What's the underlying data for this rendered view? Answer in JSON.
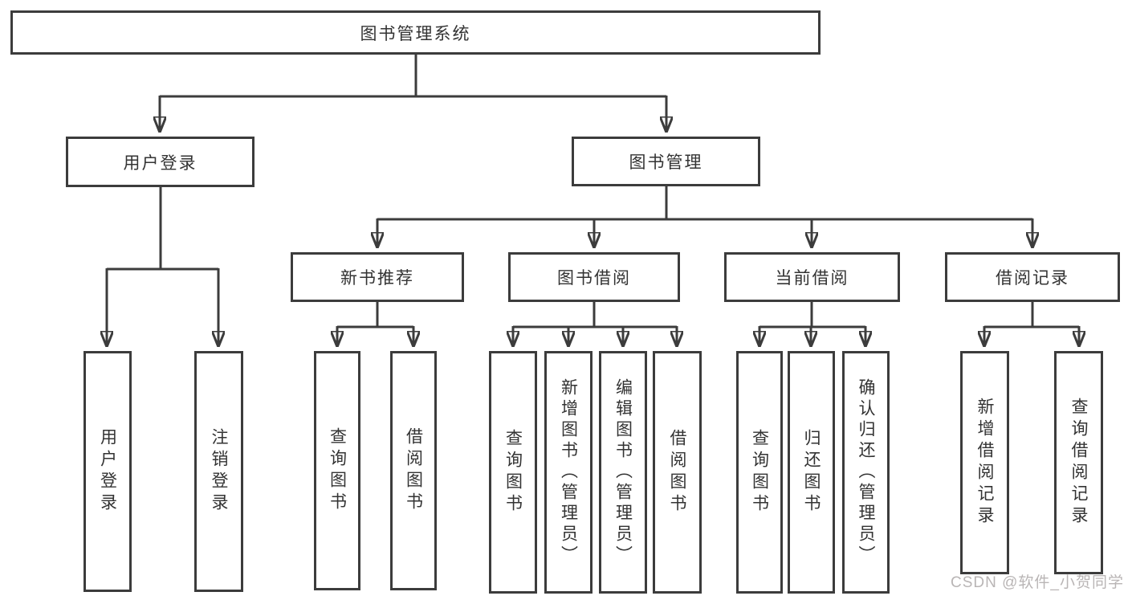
{
  "diagram": {
    "type": "hierarchy-tree",
    "watermark": "CSDN @软件_小贺同学",
    "colors": {
      "background": "#ffffff",
      "line": "#3c3c3c",
      "box_border": "#3c3c3c",
      "box_fill": "#ffffff",
      "text": "#333333",
      "watermark": "#b9b5b5"
    },
    "tree": {
      "label": "图书管理系统",
      "children": [
        {
          "label": "用户登录",
          "children": [
            {
              "label": "用户登录"
            },
            {
              "label": "注销登录"
            }
          ]
        },
        {
          "label": "图书管理",
          "children": [
            {
              "label": "新书推荐",
              "children": [
                {
                  "label": "查询图书"
                },
                {
                  "label": "借阅图书"
                }
              ]
            },
            {
              "label": "图书借阅",
              "children": [
                {
                  "label": "查询图书"
                },
                {
                  "label": "新增图书（管理员）"
                },
                {
                  "label": "编辑图书（管理员）"
                },
                {
                  "label": "借阅图书"
                }
              ]
            },
            {
              "label": "当前借阅",
              "children": [
                {
                  "label": "查询图书"
                },
                {
                  "label": "归还图书"
                },
                {
                  "label": "确认归还（管理员）"
                }
              ]
            },
            {
              "label": "借阅记录",
              "children": [
                {
                  "label": "新增借阅记录"
                },
                {
                  "label": "查询借阅记录"
                }
              ]
            }
          ]
        }
      ]
    }
  }
}
